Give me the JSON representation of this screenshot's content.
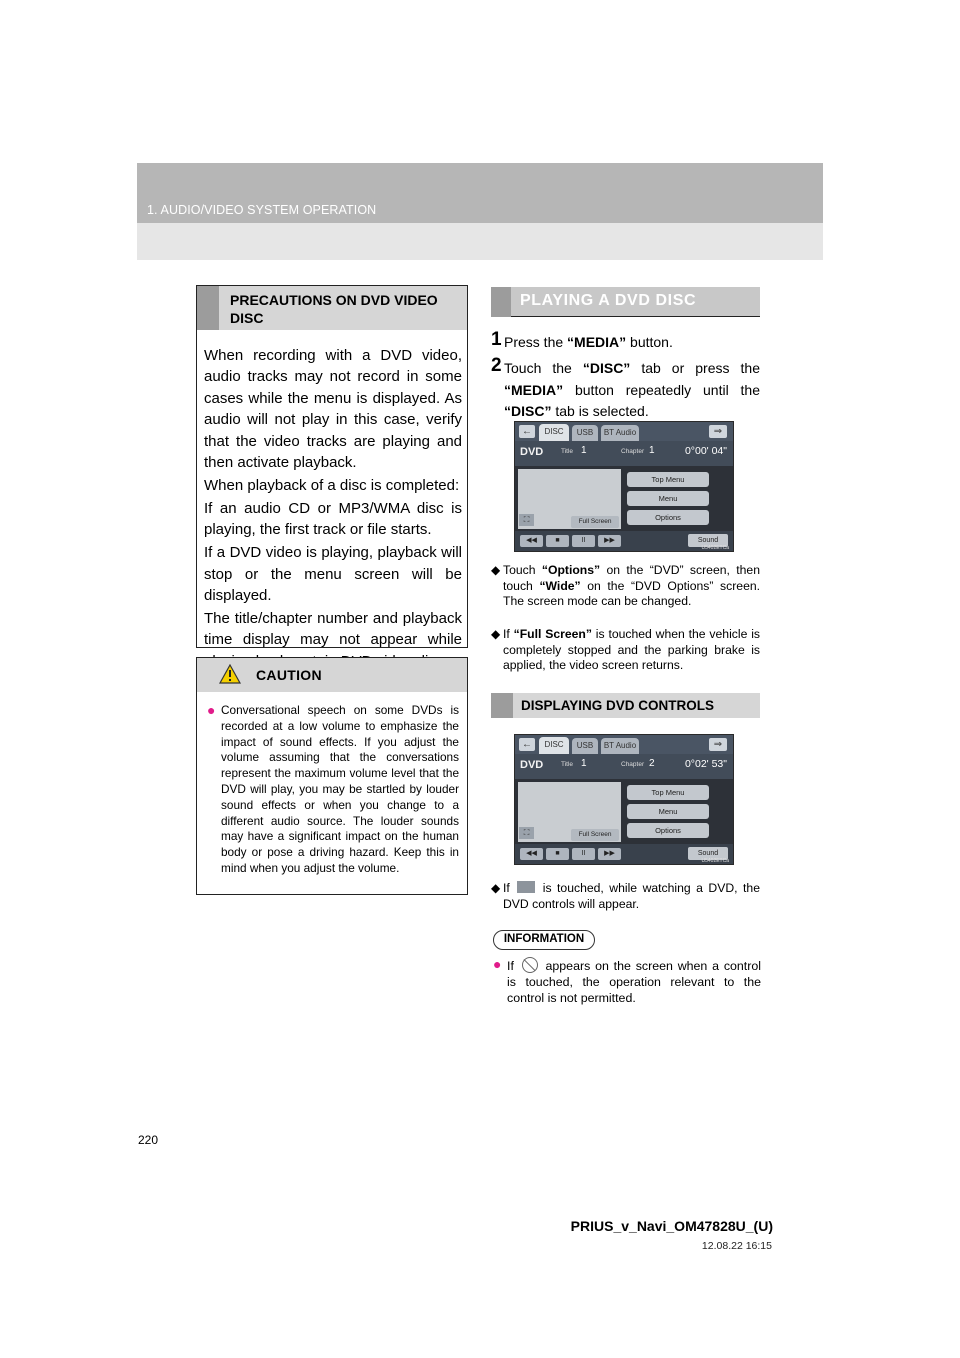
{
  "header": {
    "section": "1. AUDIO/VIDEO SYSTEM OPERATION"
  },
  "page_number": "220",
  "footer": {
    "doc_id": "PRIUS_v_Navi_OM47828U_(U)",
    "date": "12.08.22     16:15"
  },
  "precautions": {
    "title": "PRECAUTIONS ON DVD VIDEO DISC",
    "paragraphs": [
      "When recording with a DVD video, audio tracks may not record in some cases while the menu is displayed. As audio will not play in this case, verify that the video tracks are playing and then activate playback.",
      "When playback of a disc is completed:",
      "If an audio CD or MP3/WMA disc is playing, the first track or file starts.",
      "If a DVD video is playing, playback will stop or the menu screen will be displayed.",
      "The title/chapter number and playback time display may not appear while playing back certain DVD video discs."
    ]
  },
  "caution": {
    "label": "CAUTION",
    "text": "Conversational speech on some DVDs is recorded at a low volume to emphasize the impact of sound effects. If you adjust the volume assuming that the conversations represent the maximum volume level that the DVD will play, you may be startled by louder sound effects or when you change to a different audio source. The louder sounds may have a significant impact on the human body or pose a driving hazard. Keep this in mind when you adjust the volume."
  },
  "playing": {
    "title": "PLAYING A DVD DISC",
    "step1": {
      "num": "1",
      "pre": "Press the ",
      "key": "“MEDIA”",
      "post": " button."
    },
    "step2": {
      "num": "2",
      "pre": "Touch the ",
      "key1": "“DISC”",
      "mid1": " tab or press the ",
      "key2": "“MEDIA”",
      "mid2": " button repeatedly until the ",
      "key3": "“DISC”",
      "post": " tab is selected."
    },
    "bullet1": {
      "pre": "Touch ",
      "key1": "“Options”",
      "mid1": " on the “DVD” screen, then touch ",
      "key2": "“Wide”",
      "post": " on the “DVD Options” screen. The screen mode can be changed."
    },
    "bullet2": {
      "pre": "If ",
      "key": "“Full Screen”",
      "post": " is touched when the vehicle is completely stopped and the parking brake is applied, the video screen returns."
    }
  },
  "controls": {
    "title": "DISPLAYING DVD CONTROLS",
    "bullet": {
      "pre": "If ",
      "post": " is touched, while watching a DVD, the DVD controls will appear."
    }
  },
  "information": {
    "label": "INFORMATION",
    "pre": "If ",
    "post": " appears on the screen when a control is touched, the operation relevant to the control is not permitted."
  },
  "screens": [
    {
      "tabs": [
        "DISC",
        "USB",
        "BT Audio"
      ],
      "back": "←",
      "forward": "⇒",
      "media": "DVD",
      "title_label": "Title",
      "title_value": "1",
      "chapter_label": "Chapter",
      "chapter_value": "1",
      "time": "0°00' 04\"",
      "buttons": [
        "Top Menu",
        "Menu",
        "Options"
      ],
      "full_screen": "Full Screen",
      "controls": [
        "◀◀",
        "■",
        "II",
        "▶▶"
      ],
      "sound": "Sound",
      "code": "U5402ETCa"
    },
    {
      "tabs": [
        "DISC",
        "USB",
        "BT Audio"
      ],
      "back": "←",
      "forward": "⇒",
      "media": "DVD",
      "title_label": "Title",
      "title_value": "1",
      "chapter_label": "Chapter",
      "chapter_value": "2",
      "time": "0°02' 53\"",
      "buttons": [
        "Top Menu",
        "Menu",
        "Options"
      ],
      "full_screen": "Full Screen",
      "controls": [
        "◀◀",
        "■",
        "II",
        "▶▶"
      ],
      "sound": "Sound",
      "code": "U5402ETCa"
    }
  ],
  "icons": {
    "warning": "warning-triangle-icon",
    "expand": "expand-controls-icon",
    "prohibited": "prohibited-icon"
  },
  "colors": {
    "accent_bullet": "#e11b8a",
    "header_band": "#b6b6b6",
    "section_bar": "#9c9c9c"
  }
}
